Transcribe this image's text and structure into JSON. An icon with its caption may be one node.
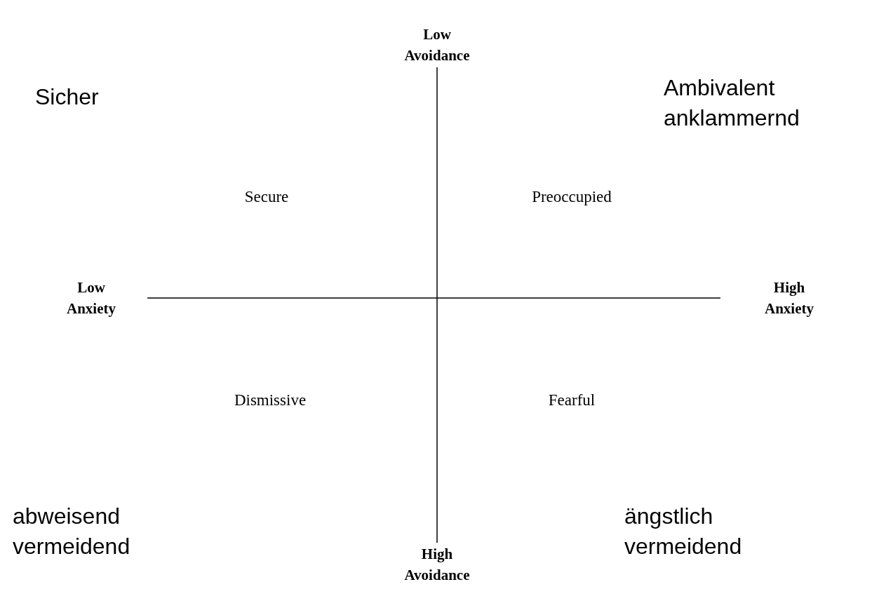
{
  "diagram": {
    "labels": [
      "Low Avoidance",
      "Sicher",
      "Ambivalent anklammernd",
      "Secure",
      "Preoccupied",
      "Low Anxiety",
      "High Anxiety",
      "Dismissive",
      "Fearful",
      "abweisend vermeidend",
      "ängstlich vermeidend",
      "High Avoidance"
    ]
  }
}
